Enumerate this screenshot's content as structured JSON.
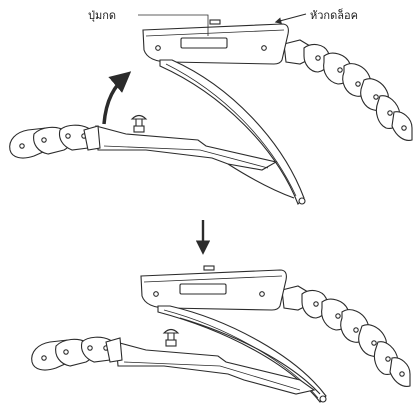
{
  "labels": {
    "push_button": "ปุ่มกด",
    "lock_latch": "หัวกดล็อค"
  },
  "colors": {
    "line": "#2b2b2b",
    "background": "#ffffff"
  },
  "icons": {
    "step_arrow": "curved-arrow-up",
    "transition_arrow": "arrow-down"
  }
}
